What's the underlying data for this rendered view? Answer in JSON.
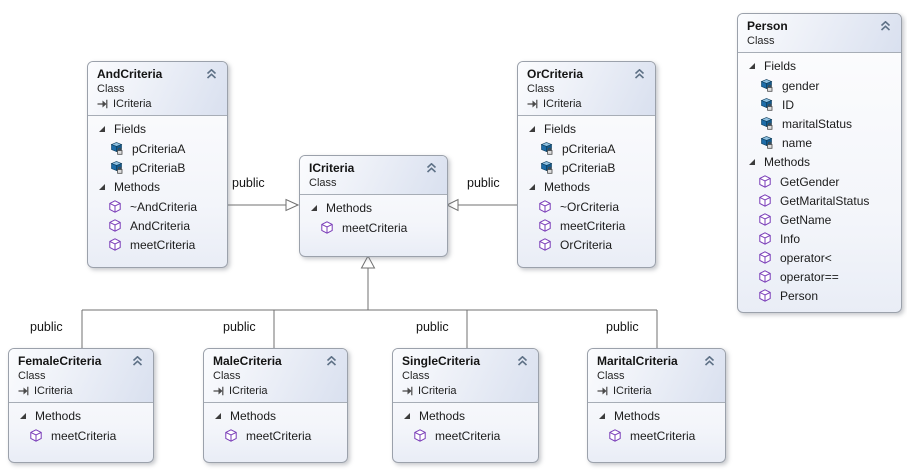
{
  "diagram": {
    "classes": [
      {
        "id": "AndCriteria",
        "title": "AndCriteria",
        "kind": "Class",
        "inherits_name": "ICriteria",
        "sections": [
          {
            "title": "Fields",
            "items": [
              {
                "icon": "field-private-icon",
                "label": "pCriteriaA"
              },
              {
                "icon": "field-private-icon",
                "label": "pCriteriaB"
              }
            ]
          },
          {
            "title": "Methods",
            "items": [
              {
                "icon": "method-icon",
                "label": "~AndCriteria"
              },
              {
                "icon": "method-icon",
                "label": "AndCriteria"
              },
              {
                "icon": "method-icon",
                "label": "meetCriteria"
              }
            ]
          }
        ]
      },
      {
        "id": "OrCriteria",
        "title": "OrCriteria",
        "kind": "Class",
        "inherits_name": "ICriteria",
        "sections": [
          {
            "title": "Fields",
            "items": [
              {
                "icon": "field-private-icon",
                "label": "pCriteriaA"
              },
              {
                "icon": "field-private-icon",
                "label": "pCriteriaB"
              }
            ]
          },
          {
            "title": "Methods",
            "items": [
              {
                "icon": "method-icon",
                "label": "~OrCriteria"
              },
              {
                "icon": "method-icon",
                "label": "meetCriteria"
              },
              {
                "icon": "method-icon",
                "label": "OrCriteria"
              }
            ]
          }
        ]
      },
      {
        "id": "ICriteria",
        "title": "ICriteria",
        "kind": "Class",
        "inherits_name": "",
        "sections": [
          {
            "title": "Methods",
            "items": [
              {
                "icon": "method-icon",
                "label": "meetCriteria"
              }
            ]
          }
        ]
      },
      {
        "id": "Person",
        "title": "Person",
        "kind": "Class",
        "inherits_name": "",
        "sections": [
          {
            "title": "Fields",
            "items": [
              {
                "icon": "field-private-icon",
                "label": "gender"
              },
              {
                "icon": "field-private-icon",
                "label": "ID"
              },
              {
                "icon": "field-private-icon",
                "label": "maritalStatus"
              },
              {
                "icon": "field-private-icon",
                "label": "name"
              }
            ]
          },
          {
            "title": "Methods",
            "items": [
              {
                "icon": "method-icon",
                "label": "GetGender"
              },
              {
                "icon": "method-icon",
                "label": "GetMaritalStatus"
              },
              {
                "icon": "method-icon",
                "label": "GetName"
              },
              {
                "icon": "method-icon",
                "label": "Info"
              },
              {
                "icon": "method-icon",
                "label": "operator<"
              },
              {
                "icon": "method-icon",
                "label": "operator=="
              },
              {
                "icon": "method-icon",
                "label": "Person"
              }
            ]
          }
        ]
      },
      {
        "id": "FemaleCriteria",
        "title": "FemaleCriteria",
        "kind": "Class",
        "inherits_name": "ICriteria",
        "sections": [
          {
            "title": "Methods",
            "items": [
              {
                "icon": "method-icon",
                "label": "meetCriteria"
              }
            ]
          }
        ]
      },
      {
        "id": "MaleCriteria",
        "title": "MaleCriteria",
        "kind": "Class",
        "inherits_name": "ICriteria",
        "sections": [
          {
            "title": "Methods",
            "items": [
              {
                "icon": "method-icon",
                "label": "meetCriteria"
              }
            ]
          }
        ]
      },
      {
        "id": "SingleCriteria",
        "title": "SingleCriteria",
        "kind": "Class",
        "inherits_name": "ICriteria",
        "sections": [
          {
            "title": "Methods",
            "items": [
              {
                "icon": "method-icon",
                "label": "meetCriteria"
              }
            ]
          }
        ]
      },
      {
        "id": "MaritalCriteria",
        "title": "MaritalCriteria",
        "kind": "Class",
        "inherits_name": "ICriteria",
        "sections": [
          {
            "title": "Methods",
            "items": [
              {
                "icon": "method-icon",
                "label": "meetCriteria"
              }
            ]
          }
        ]
      }
    ],
    "connector_labels": [
      {
        "text": "public"
      },
      {
        "text": "public"
      },
      {
        "text": "public"
      },
      {
        "text": "public"
      },
      {
        "text": "public"
      },
      {
        "text": "public"
      }
    ],
    "colors": {
      "field_icon_blue": "#1d6ca8",
      "method_icon_purple": "#7a3db8",
      "connector_gray": "#707070",
      "header_tint": "#d9e0ef"
    }
  }
}
